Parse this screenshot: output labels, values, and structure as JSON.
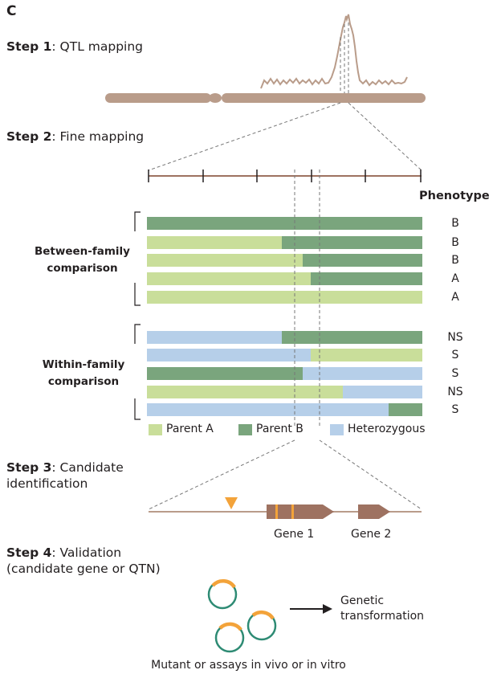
{
  "panel_label": "C",
  "steps": [
    {
      "label": "Step 1",
      "text": ": QTL mapping"
    },
    {
      "label": "Step 2",
      "text": ": Fine mapping"
    },
    {
      "label": "Step 3",
      "text": ": Candidate",
      "text2": "identification"
    },
    {
      "label": "Step 4",
      "text": ": Validation",
      "text2": "(candidate gene or QTN)"
    }
  ],
  "phenotype_header": "Phenotype",
  "between_family_label": [
    "Between-family",
    "comparison"
  ],
  "within_family_label": [
    "Within-family",
    "comparison"
  ],
  "between_phenotypes": [
    "B",
    "B",
    "B",
    "A",
    "A"
  ],
  "within_phenotypes": [
    "NS",
    "S",
    "S",
    "NS",
    "S"
  ],
  "legend": [
    {
      "label": "Parent A",
      "color": "#c9de9a"
    },
    {
      "label": "Parent B",
      "color": "#7aa57d"
    },
    {
      "label": "Heterozygous",
      "color": "#b6cfe9"
    }
  ],
  "genes": [
    "Gene 1",
    "Gene 2"
  ],
  "transformation_label": [
    "Genetic",
    "transformation"
  ],
  "bottom_caption": "Mutant or assays in vivo or in vitro",
  "colors": {
    "chromosome": "#b99c8a",
    "peak": "#b99c8a",
    "gene": "#9e7261",
    "marker": "#f3a33a",
    "plasmid": "#2e8b74",
    "dashed": "#777777"
  }
}
